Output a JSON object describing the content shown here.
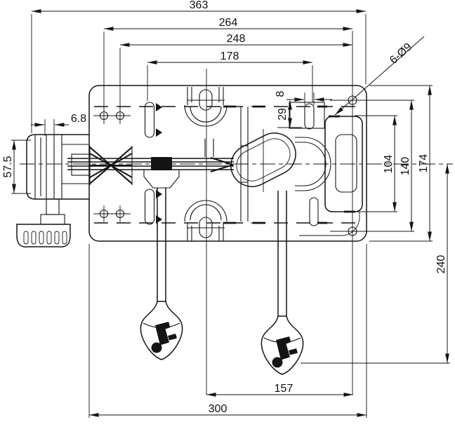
{
  "drawing": {
    "type": "engineering-dimension-drawing",
    "units": "mm",
    "line_color": "#141414",
    "background": "#ffffff",
    "dims": {
      "overall_length": "363",
      "mount_span_a": "264",
      "mount_span_b": "248",
      "slot_span": "178",
      "holes_callout": "6-Ø9",
      "plate_gap": "6.8",
      "edge_offset": "8",
      "bracket_height_small": "29",
      "side_bracket_height": "57.5",
      "hole_row_span_inner": "104",
      "hole_row_span_outer": "140",
      "body_depth": "174",
      "lever_reach": "240",
      "lever_tip_offset": "157",
      "mount_length": "300"
    }
  }
}
